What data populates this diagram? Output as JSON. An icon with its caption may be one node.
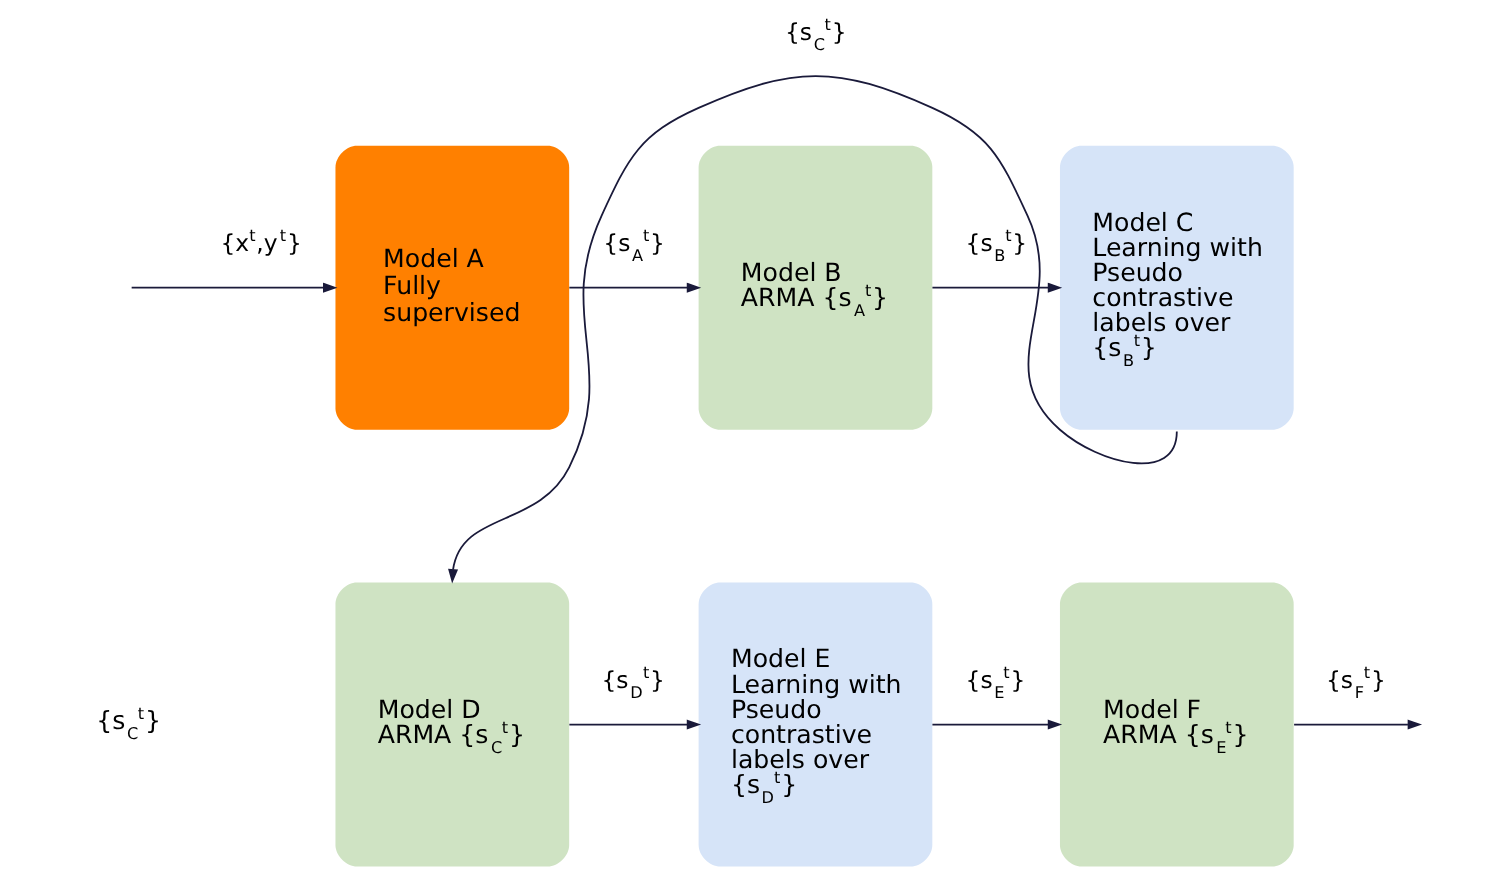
{
  "diagram": {
    "nodes": [
      {
        "text": [
          "Model A",
          "Fully supervised"
        ]
      },
      {
        "text": [
          "Model B",
          "ARMA {s$_{A}$$^{t}$}"
        ]
      },
      {
        "text": [
          "Model C",
          "Learning with Pseudo contrastive labels over {s$_{B}$$^{t}$}"
        ]
      },
      {
        "text": [
          "Model D",
          "ARMA {s$_{C}$$^{t}$}"
        ]
      },
      {
        "text": [
          "Model E",
          "Learning with Pseudo contrastive labels over {s$_{D}$$^{t}$}"
        ]
      },
      {
        "text": [
          "Model F",
          "ARMA {s$_{E}$$^{t}$}"
        ]
      }
    ],
    "edges": [
      {
        "from": null,
        "to": 0,
        "arrow": "to",
        "label": "{x$^{t}$,y$^{t}$}"
      },
      {
        "from": 0,
        "to": 1,
        "arrow": "to",
        "label": "{s$_{A}$$^{t}$}"
      },
      {
        "from": 1,
        "to": 2,
        "arrow": "to",
        "label": "{s$_{B}$$^{t}$}"
      },
      {
        "from": 2,
        "to": 3,
        "arrow": "to",
        "label": "{s$_{C}$$^{t}$}"
      },
      {
        "from": 3,
        "to": 4,
        "arrow": "to",
        "label": "{s$_{D}$$^{t}$}"
      },
      {
        "from": 4,
        "to": 5,
        "arrow": "to",
        "label": "{s$_{E}$$^{t}$}"
      },
      {
        "from": 5,
        "to": null,
        "arrow": "to",
        "label": "{s$_{F}$$^{t}$}"
      }
    ],
    "labels": [
      "{s$_{C}$$^{t}$}"
    ]
  }
}
